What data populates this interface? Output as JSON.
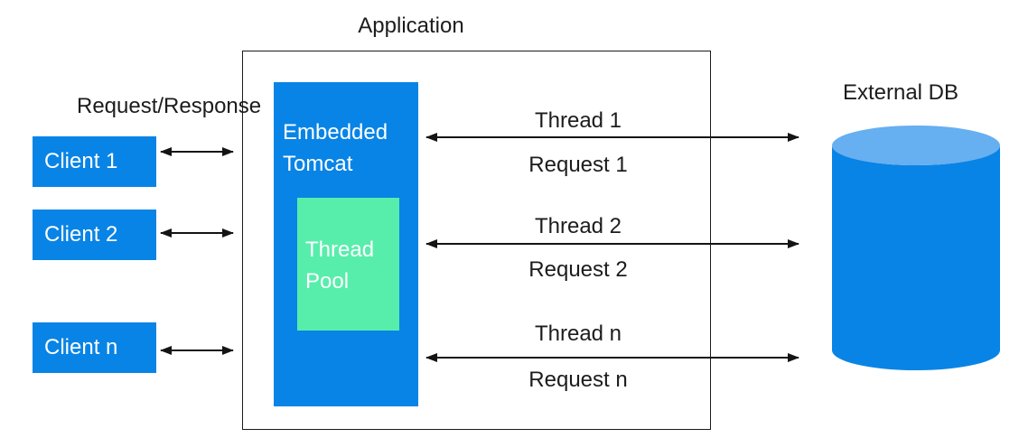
{
  "colors": {
    "primary_blue": "#0884e6",
    "mint_green": "#57eeab",
    "cylinder_top_blue": "#66aff0",
    "text_ink": "#1c1c1c",
    "box_text_white": "#ffffff"
  },
  "diagram": {
    "title": "Application",
    "request_response_label": "Request/Response",
    "clients": [
      {
        "label": "Client 1"
      },
      {
        "label": "Client 2"
      },
      {
        "label": "Client n"
      }
    ],
    "tomcat": {
      "label": "Embedded Tomcat"
    },
    "thread_pool": {
      "label": "Thread Pool"
    },
    "threads": [
      {
        "thread": "Thread 1",
        "request": "Request 1"
      },
      {
        "thread": "Thread 2",
        "request": "Request 2"
      },
      {
        "thread": "Thread n",
        "request": "Request n"
      }
    ],
    "external_db": {
      "label": "External DB"
    }
  }
}
